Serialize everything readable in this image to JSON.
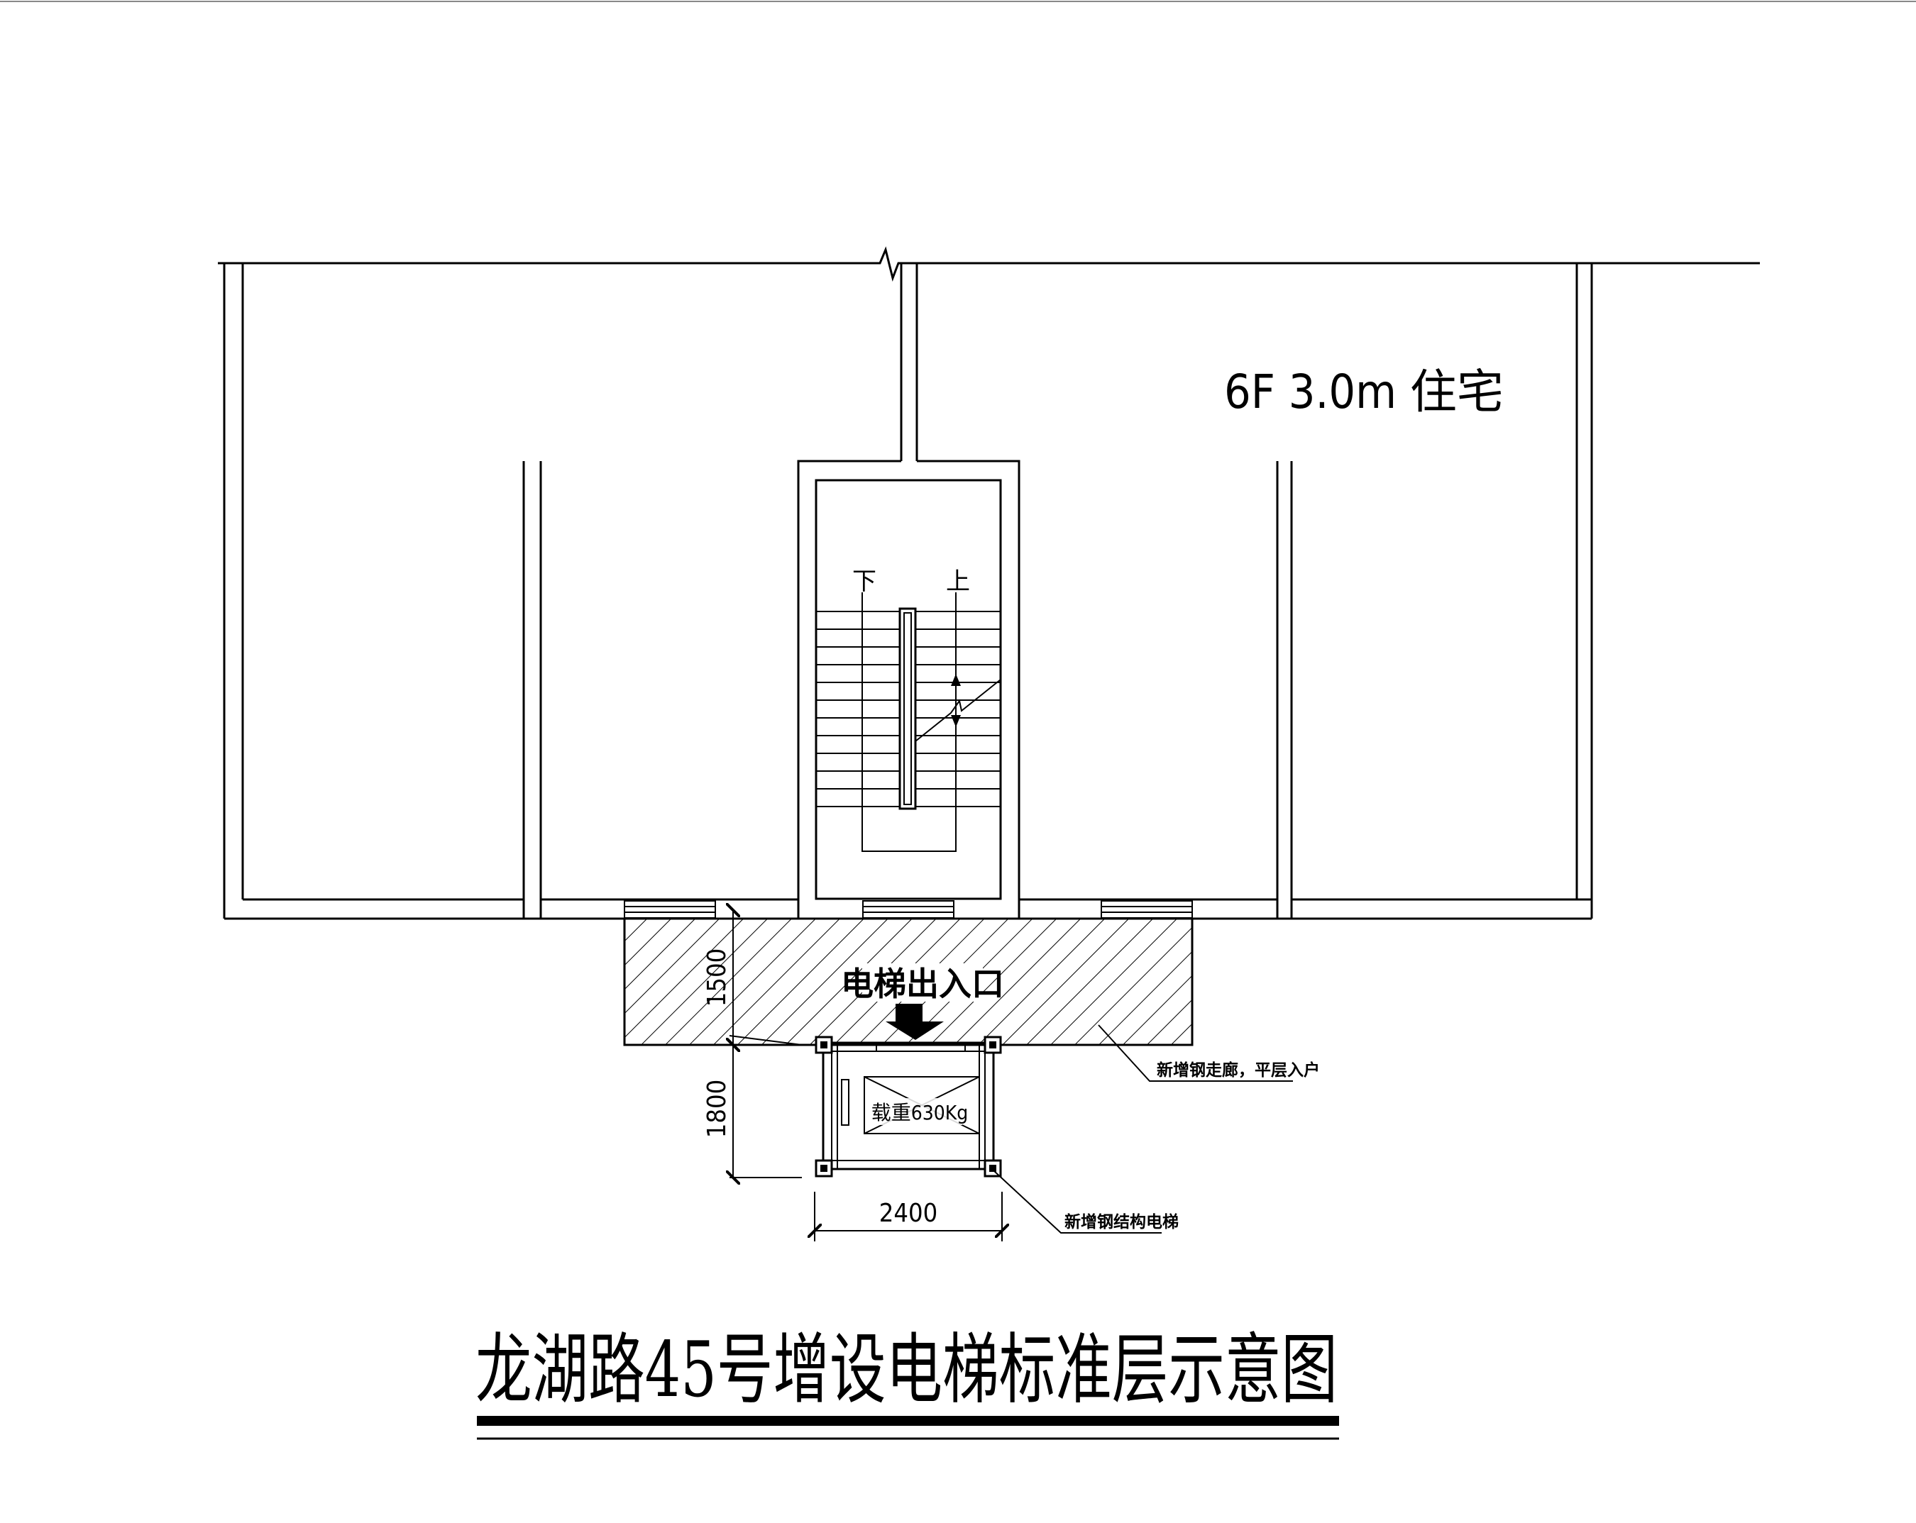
{
  "floor_label": "6F  3.0m  住宅",
  "stair": {
    "down": "下",
    "up": "上"
  },
  "entrance_label": "电梯出入口",
  "elevator_load": "载重630Kg",
  "dimensions": {
    "corridor_depth": "1500",
    "shaft_depth": "1800",
    "shaft_width": "2400"
  },
  "callouts": {
    "corridor": "新增钢走廊，平层入户",
    "elevator": "新增钢结构电梯"
  },
  "title": "龙湖路45号增设电梯标准层示意图"
}
